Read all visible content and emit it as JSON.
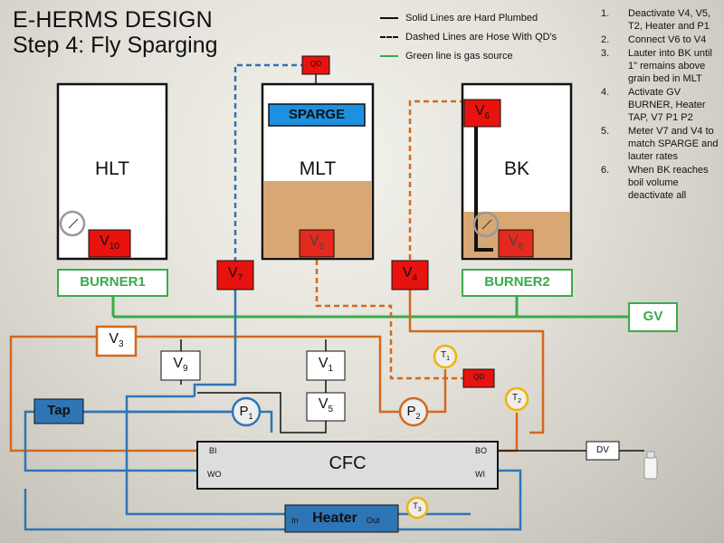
{
  "title": {
    "line1": "E-HERMS DESIGN",
    "line2": "Step 4: Fly Sparging"
  },
  "legend": {
    "solid": "Solid Lines are Hard Plumbed",
    "dashed": "Dashed Lines are Hose With QD's",
    "green": "Green line is gas source"
  },
  "steps": [
    {
      "n": "1.",
      "text": "Deactivate V4, V5, T2, Heater and P1"
    },
    {
      "n": "2.",
      "text": "Connect V6 to V4"
    },
    {
      "n": "3.",
      "text": "Lauter into BK until 1\" remains above grain bed in MLT"
    },
    {
      "n": "4.",
      "text": "Activate GV BURNER, Heater TAP, V7 P1 P2"
    },
    {
      "n": "5.",
      "text": "Meter V7 and V4 to match SPARGE and lauter rates"
    },
    {
      "n": "6.",
      "text": "When BK reaches boil volume deactivate all"
    }
  ],
  "vessels": {
    "hlt": "HLT",
    "mlt": "MLT",
    "bk": "BK",
    "sparge": "SPARGE"
  },
  "burners": {
    "b1": "BURNER1",
    "b2": "BURNER2",
    "gv": "GV"
  },
  "valves": {
    "v1": {
      "base": "V",
      "sub": "1"
    },
    "v2": {
      "base": "V",
      "sub": "2"
    },
    "v3": {
      "base": "V",
      "sub": "3"
    },
    "v4": {
      "base": "V",
      "sub": "4"
    },
    "v5": {
      "base": "V",
      "sub": "5"
    },
    "v6": {
      "base": "V",
      "sub": "6"
    },
    "v7": {
      "base": "V",
      "sub": "7"
    },
    "v8": {
      "base": "V",
      "sub": "8"
    },
    "v9": {
      "base": "V",
      "sub": "9"
    },
    "v10": {
      "base": "V",
      "sub": "10"
    }
  },
  "pumps": {
    "p1": {
      "base": "P",
      "sub": "1"
    },
    "p2": {
      "base": "P",
      "sub": "2"
    }
  },
  "temps": {
    "t1": {
      "base": "T",
      "sub": "1"
    },
    "t2": {
      "base": "T",
      "sub": "2"
    },
    "t3": {
      "base": "T",
      "sub": "3"
    }
  },
  "qd": {
    "top": "QD",
    "mid": "QD"
  },
  "tap": "Tap",
  "cfc": {
    "label": "CFC",
    "bi": "BI",
    "wo": "WO",
    "bo": "BO",
    "wi": "WI"
  },
  "heater": {
    "label": "Heater",
    "in": "In",
    "out": "Out"
  },
  "dv": "DV",
  "colors": {
    "orange": "#D2691E",
    "blue": "#2E75B6",
    "green": "#3BAA4A",
    "red": "#E8130F",
    "malt": "#D9A773",
    "sparge": "#1E90E0",
    "yellow": "#F0B400"
  }
}
